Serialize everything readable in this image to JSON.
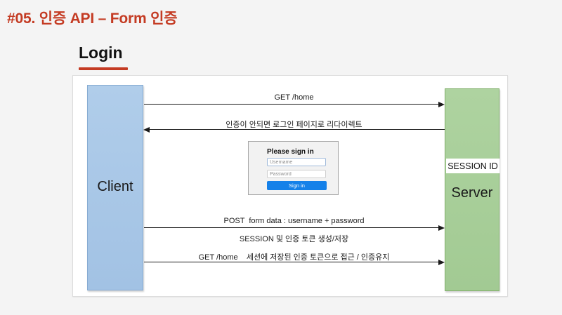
{
  "title": "#05. 인증 API – Form 인증",
  "section": {
    "heading": "Login"
  },
  "diagram": {
    "client_label": "Client",
    "server_label": "Server",
    "session_id_label": "SESSION ID",
    "flows": [
      {
        "label": "GET /home",
        "direction": "right"
      },
      {
        "label": "인증이 안되면 로그인 페이지로 리다이렉트",
        "direction": "left"
      },
      {
        "label": "POST  form data : username + password",
        "direction": "right"
      },
      {
        "label": "SESSION 및 인증 토큰 생성/저장",
        "direction": "none"
      },
      {
        "label": "GET /home    세션에 저장된 인증 토큰으로 접근 / 인증유지",
        "direction": "right"
      }
    ],
    "login_form": {
      "title": "Please sign in",
      "username_placeholder": "Username",
      "password_placeholder": "Password",
      "submit_label": "Sign in"
    }
  },
  "colors": {
    "accent_red": "#c43b23",
    "client_blue": "#a8c6e7",
    "client_border": "#86abd2",
    "server_green": "#a9cf9b",
    "server_border": "#82b06c",
    "signin_blue": "#1581e9",
    "page_bg": "#f4f4f4",
    "line_color": "#1a1a1a"
  }
}
